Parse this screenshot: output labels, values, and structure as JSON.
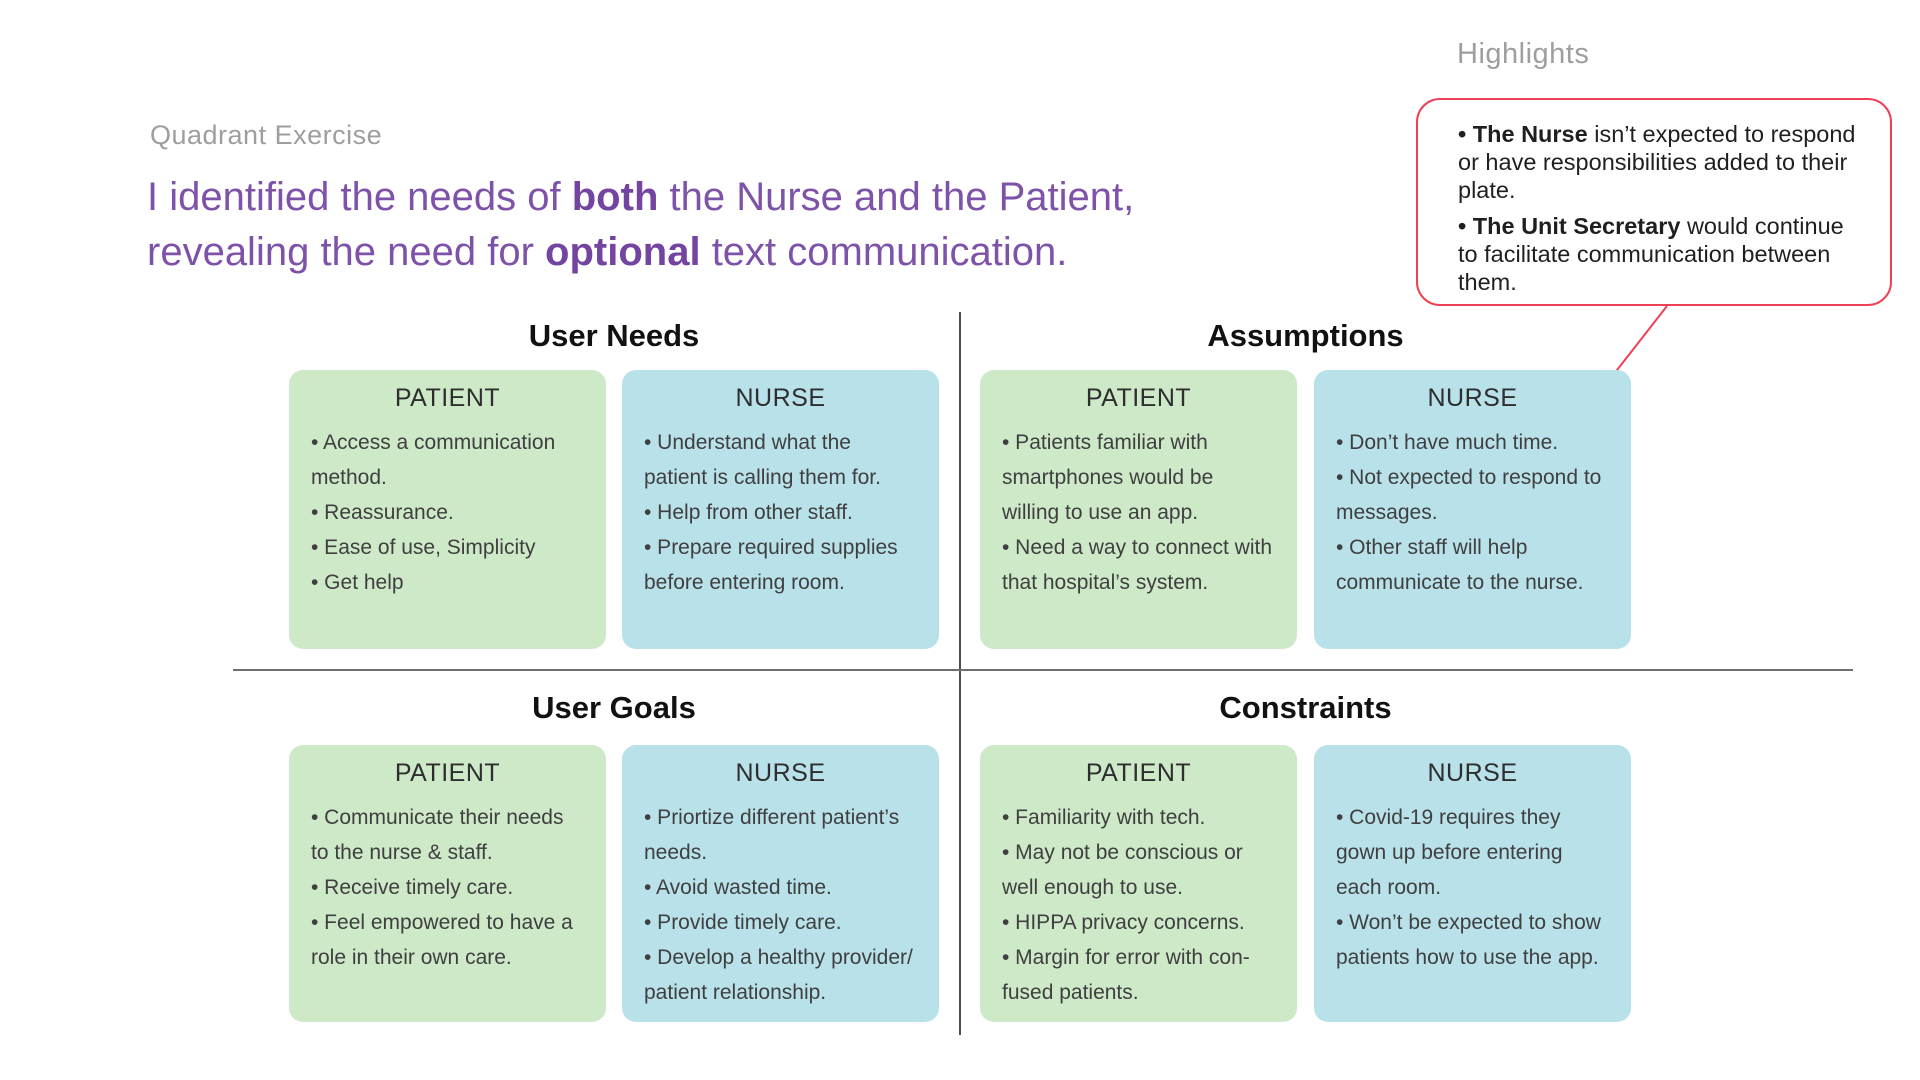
{
  "slide": {
    "eyebrow": "Quadrant Exercise",
    "headline": {
      "line1_pre": "I identified the needs of ",
      "line1_bold": "both",
      "line1_post": " the Nurse and the Patient,",
      "line2_pre": "revealing the need for ",
      "line2_bold": "optional",
      "line2_post": " text communication."
    }
  },
  "highlights": {
    "title": "Highlights",
    "bullets": [
      {
        "lead": "• The Nurse",
        "rest": " isn’t expected to respond or have responsibilities added to their plate."
      },
      {
        "lead": "• The Unit Secretary",
        "rest": " would continue to facilitate communication between them."
      }
    ]
  },
  "quadrants": [
    {
      "title": "User Needs",
      "cards": [
        {
          "role": "PATIENT",
          "bullets": [
            "• Access a communication method.",
            "• Reassurance.",
            "• Ease of use, Simplicity",
            "• Get help"
          ]
        },
        {
          "role": "NURSE",
          "bullets": [
            "• Understand what the patient is calling them for.",
            "• Help from other staff.",
            "• Prepare required supplies before entering room."
          ]
        }
      ]
    },
    {
      "title": "Assumptions",
      "cards": [
        {
          "role": "PATIENT",
          "bullets": [
            "• Patients familiar with smartphones would be willing to use an app.",
            "• Need a way to connect with that hospital’s system."
          ]
        },
        {
          "role": "NURSE",
          "bullets": [
            "• Don’t have much time.",
            "• Not expected to respond to messages.",
            "• Other staff will help communicate to the nurse."
          ]
        }
      ]
    },
    {
      "title": "User Goals",
      "cards": [
        {
          "role": "PATIENT",
          "bullets": [
            "• Communicate their needs to the nurse & staff.",
            "• Receive timely care.",
            "• Feel empowered to have a role in their own care."
          ]
        },
        {
          "role": "NURSE",
          "bullets": [
            "• Priortize different patient’s needs.",
            "• Avoid wasted time.",
            "• Provide timely care.",
            "• Develop a healthy provider/ patient relationship."
          ]
        }
      ]
    },
    {
      "title": "Constraints",
      "cards": [
        {
          "role": "PATIENT",
          "bullets": [
            "• Familiarity with tech.",
            "• May not be conscious or well enough to use.",
            "• HIPPA privacy concerns.",
            "• Margin for error with con­fused patients."
          ]
        },
        {
          "role": "NURSE",
          "bullets": [
            "• Covid-19 requires they gown up before entering each room.",
            "• Won’t be expected to show patients how to use the app."
          ]
        }
      ]
    }
  ],
  "colors": {
    "accent_purple": "#7e52a8",
    "callout_red": "#ee4156",
    "card_green": "#cde9c8",
    "card_blue": "#b9e1ea",
    "label_gray": "#9e9e9e",
    "divider_gray": "#4d4d4d"
  }
}
